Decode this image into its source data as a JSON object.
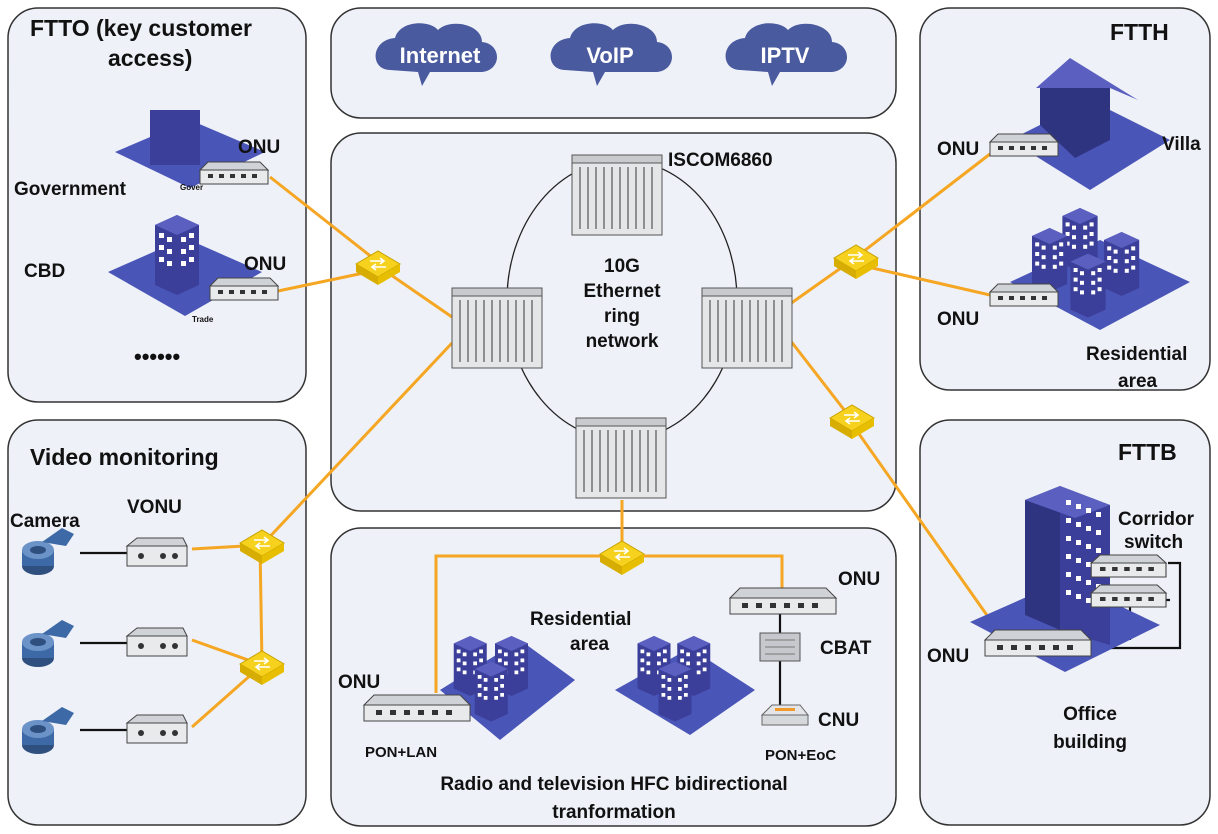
{
  "panels": {
    "ftto": {
      "title_line1": "FTTO (key customer",
      "title_line2": "access)",
      "onu1": "ONU",
      "onu2": "ONU",
      "government": "Government",
      "cbd": "CBD",
      "more": "••••••",
      "govsign": "Gover",
      "tradesign": "Trade"
    },
    "services": {
      "internet": "Internet",
      "voip": "VoIP",
      "iptv": "IPTV"
    },
    "ring": {
      "title": "ISCOM6860",
      "line1": "10G",
      "line2": "Ethernet",
      "line3": "ring",
      "line4": "network"
    },
    "ftth": {
      "title": "FTTH",
      "onu1": "ONU",
      "onu2": "ONU",
      "villa": "Villa",
      "res1": "Residential",
      "res2": "area"
    },
    "video": {
      "title": "Video monitoring",
      "camera": "Camera",
      "vonu": "VONU"
    },
    "hfc": {
      "onu1": "ONU",
      "onu2": "ONU",
      "res1": "Residential",
      "res2": "area",
      "cbat": "CBAT",
      "cnu": "CNU",
      "ponlan": "PON+LAN",
      "poneoc": "PON+EoC",
      "title1": "Radio and television HFC bidirectional",
      "title2": "tranformation"
    },
    "fttb": {
      "title": "FTTB",
      "corr1": "Corridor",
      "corr2": "switch",
      "onu": "ONU",
      "off1": "Office",
      "off2": "building"
    }
  },
  "colors": {
    "fiber": "#f5a623",
    "panel": "#eef1f8",
    "building": "#3b3f9a",
    "switch": "#f6d21e",
    "cloud": "#4a5a9e"
  }
}
